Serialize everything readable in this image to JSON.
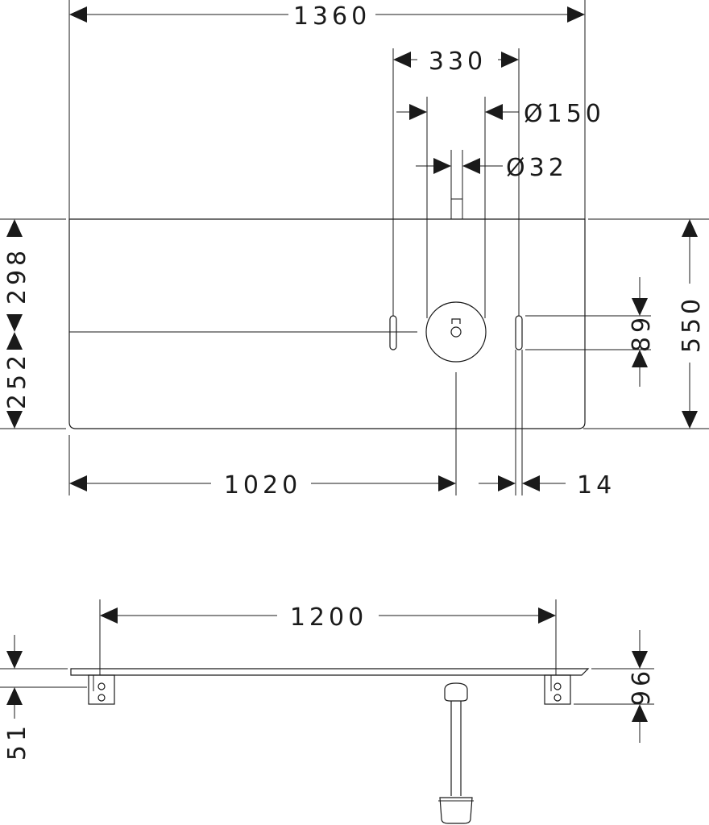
{
  "drawing": {
    "top_view": {
      "overall_width": "1360",
      "tap_hole_spacing": "330",
      "bowl_diameter": "Ø150",
      "tap_diameter": "Ø32",
      "depth_back": "298",
      "depth_front": "252",
      "overall_depth": "550",
      "slot_length": "89",
      "drain_offset": "1020",
      "slot_offset": "14"
    },
    "side_view": {
      "bracket_spacing": "1200",
      "slab_height": "51",
      "bracket_height": "96"
    }
  }
}
